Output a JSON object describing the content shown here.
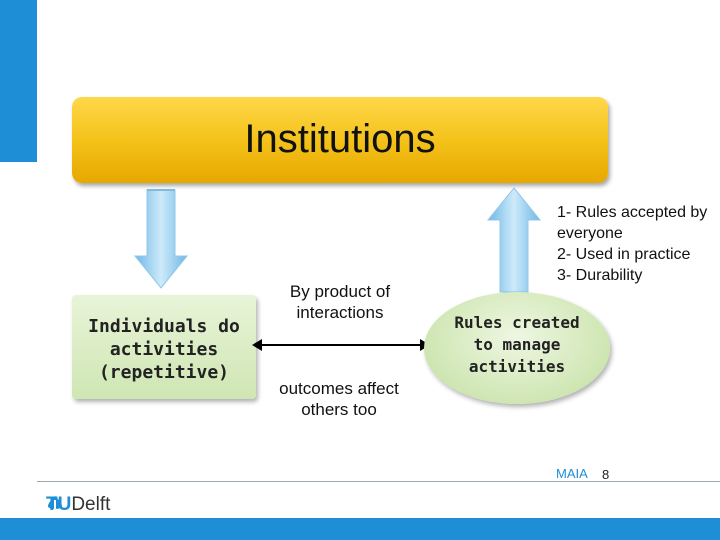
{
  "institutions": "Institutions",
  "individuals": [
    "Individuals do",
    "activities",
    "(repetitive)"
  ],
  "by_product": [
    "By product of",
    "interactions"
  ],
  "outcomes": [
    "outcomes affect",
    "others too"
  ],
  "rules_created": [
    "Rules created",
    "to manage",
    "activities"
  ],
  "rules_list": [
    "1- Rules accepted by",
    "everyone",
    "2- Used in practice",
    "3- Durability"
  ],
  "footer": {
    "logo": "TUDelft",
    "logo_tu": "TU",
    "logo_rest": "Delft",
    "label": "MAIA",
    "page": "8"
  },
  "colors": {
    "accent": "#1e8fd6",
    "institutions": "#f4c21a",
    "green_box": "#cfe6b3",
    "arrow": "#9fd3f0"
  }
}
